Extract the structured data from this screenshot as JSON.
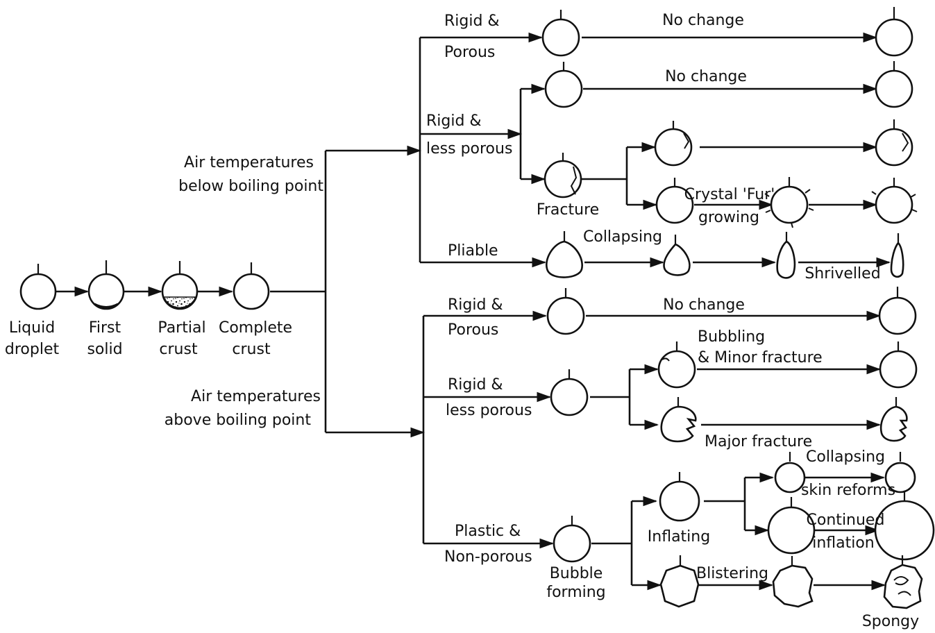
{
  "diagram": {
    "stages": {
      "liquid_1": "Liquid",
      "liquid_2": "droplet",
      "first_1": "First",
      "first_2": "solid",
      "partial_1": "Partial",
      "partial_2": "crust",
      "complete_1": "Complete",
      "complete_2": "crust"
    },
    "below": {
      "line1": "Air temperatures",
      "line2": "below boiling point",
      "rp_1": "Rigid &",
      "rp_2": "Porous",
      "rp_result": "No change",
      "rlp_1": "Rigid &",
      "rlp_2": "less porous",
      "rlp_result": "No change",
      "fracture": "Fracture",
      "crystal_1": "Crystal 'Fur'",
      "crystal_2": "growing",
      "pliable": "Pliable",
      "collapsing": "Collapsing",
      "shrivelled": "Shrivelled"
    },
    "above": {
      "line1": "Air temperatures",
      "line2": "above boiling point",
      "rp_1": "Rigid &",
      "rp_2": "Porous",
      "rp_result": "No change",
      "rlp_1": "Rigid &",
      "rlp_2": "less porous",
      "bubbling_1": "Bubbling",
      "bubbling_2": "& Minor fracture",
      "major_fracture": "Major fracture",
      "plastic_1": "Plastic &",
      "plastic_2": "Non-porous",
      "bubble_1": "Bubble",
      "bubble_2": "forming",
      "inflating": "Inflating",
      "collapsing": "Collapsing",
      "skin_reforms": "skin reforms",
      "continued_1": "Continued",
      "continued_2": "inflation",
      "blistering": "Blistering",
      "spongy": "Spongy"
    }
  }
}
